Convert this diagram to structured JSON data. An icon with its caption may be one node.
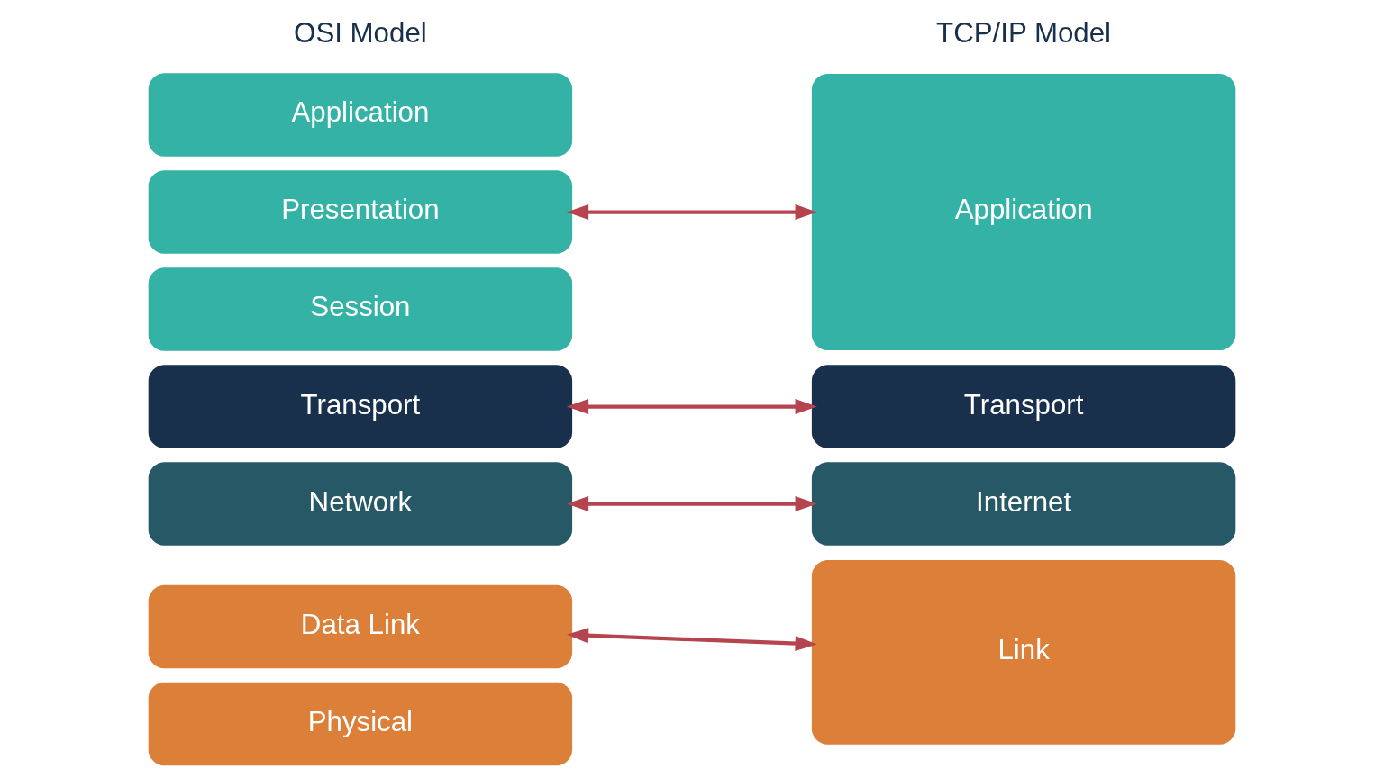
{
  "diagram": {
    "nodes": [
      {
        "text": [
          "Application"
        ]
      },
      {
        "text": [
          "Presentation"
        ]
      },
      {
        "text": [
          "Session"
        ]
      },
      {
        "text": [
          "Transport"
        ]
      },
      {
        "text": [
          "Network"
        ]
      },
      {
        "text": [
          "Data Link"
        ]
      },
      {
        "text": [
          "Physical"
        ]
      },
      {
        "text": [
          "Application"
        ]
      },
      {
        "text": [
          "Transport"
        ]
      },
      {
        "text": [
          "Internet"
        ]
      },
      {
        "text": [
          "Link"
        ]
      }
    ],
    "edges": [
      {
        "from": 1,
        "to": 7,
        "arrow": "both"
      },
      {
        "from": 3,
        "to": 8,
        "arrow": "both"
      },
      {
        "from": 4,
        "to": 9,
        "arrow": "both"
      },
      {
        "from": 5,
        "to": 10,
        "arrow": "both"
      }
    ],
    "labels": [
      "OSI Model",
      "TCP/IP Model"
    ]
  }
}
